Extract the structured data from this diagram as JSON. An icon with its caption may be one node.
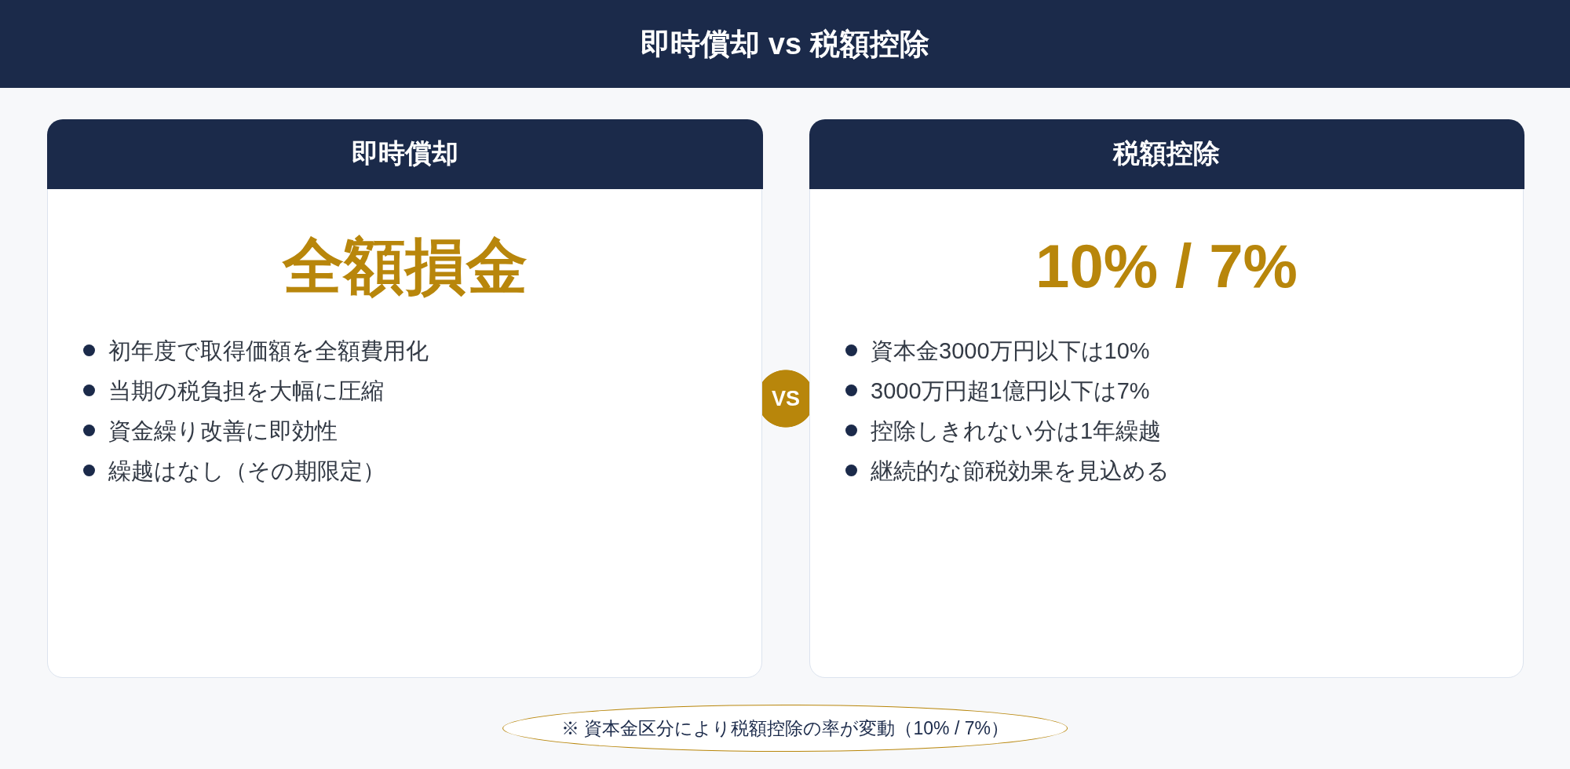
{
  "diagram": {
    "title": "即時償却 vs 税額控除",
    "nodes": [
      {
        "text": [
          "即時償却",
          "全額損金",
          "初年度で取得価額を全額費用化",
          "当期の税負担を大幅に圧縮",
          "資金繰り改善に即効性",
          "繰越はなし（その期限定）"
        ]
      },
      {
        "text": [
          "VS"
        ]
      },
      {
        "text": [
          "税額控除",
          "10% / 7%",
          "資本金3000万円以下は10%",
          "3000万円超1億円以下は7%",
          "控除しきれない分は1年繰越",
          "継続的な節税効果を見込める"
        ]
      },
      {
        "text": [
          "※ 資本金区分により税額控除の率が変動（10% / 7%）"
        ]
      }
    ]
  }
}
